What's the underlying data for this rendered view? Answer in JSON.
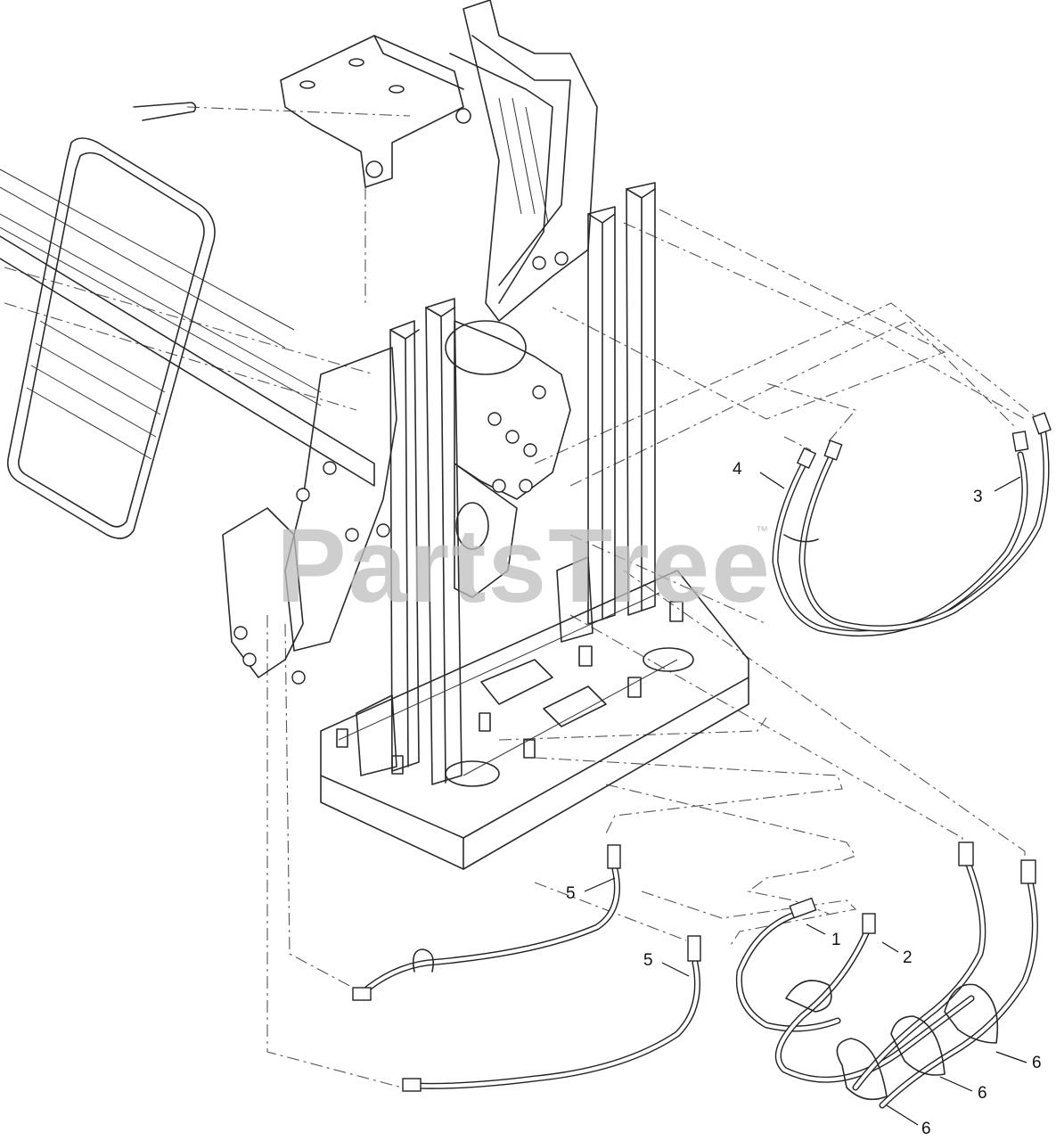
{
  "watermark": {
    "text": "PartsTree",
    "trademark": "™"
  },
  "callouts": [
    {
      "id": "callout-1",
      "label": "1"
    },
    {
      "id": "callout-2",
      "label": "2"
    },
    {
      "id": "callout-3",
      "label": "3"
    },
    {
      "id": "callout-4",
      "label": "4"
    },
    {
      "id": "callout-5a",
      "label": "5"
    },
    {
      "id": "callout-5b",
      "label": "5"
    },
    {
      "id": "callout-6a",
      "label": "6"
    },
    {
      "id": "callout-6b",
      "label": "6"
    },
    {
      "id": "callout-6c",
      "label": "6"
    }
  ]
}
